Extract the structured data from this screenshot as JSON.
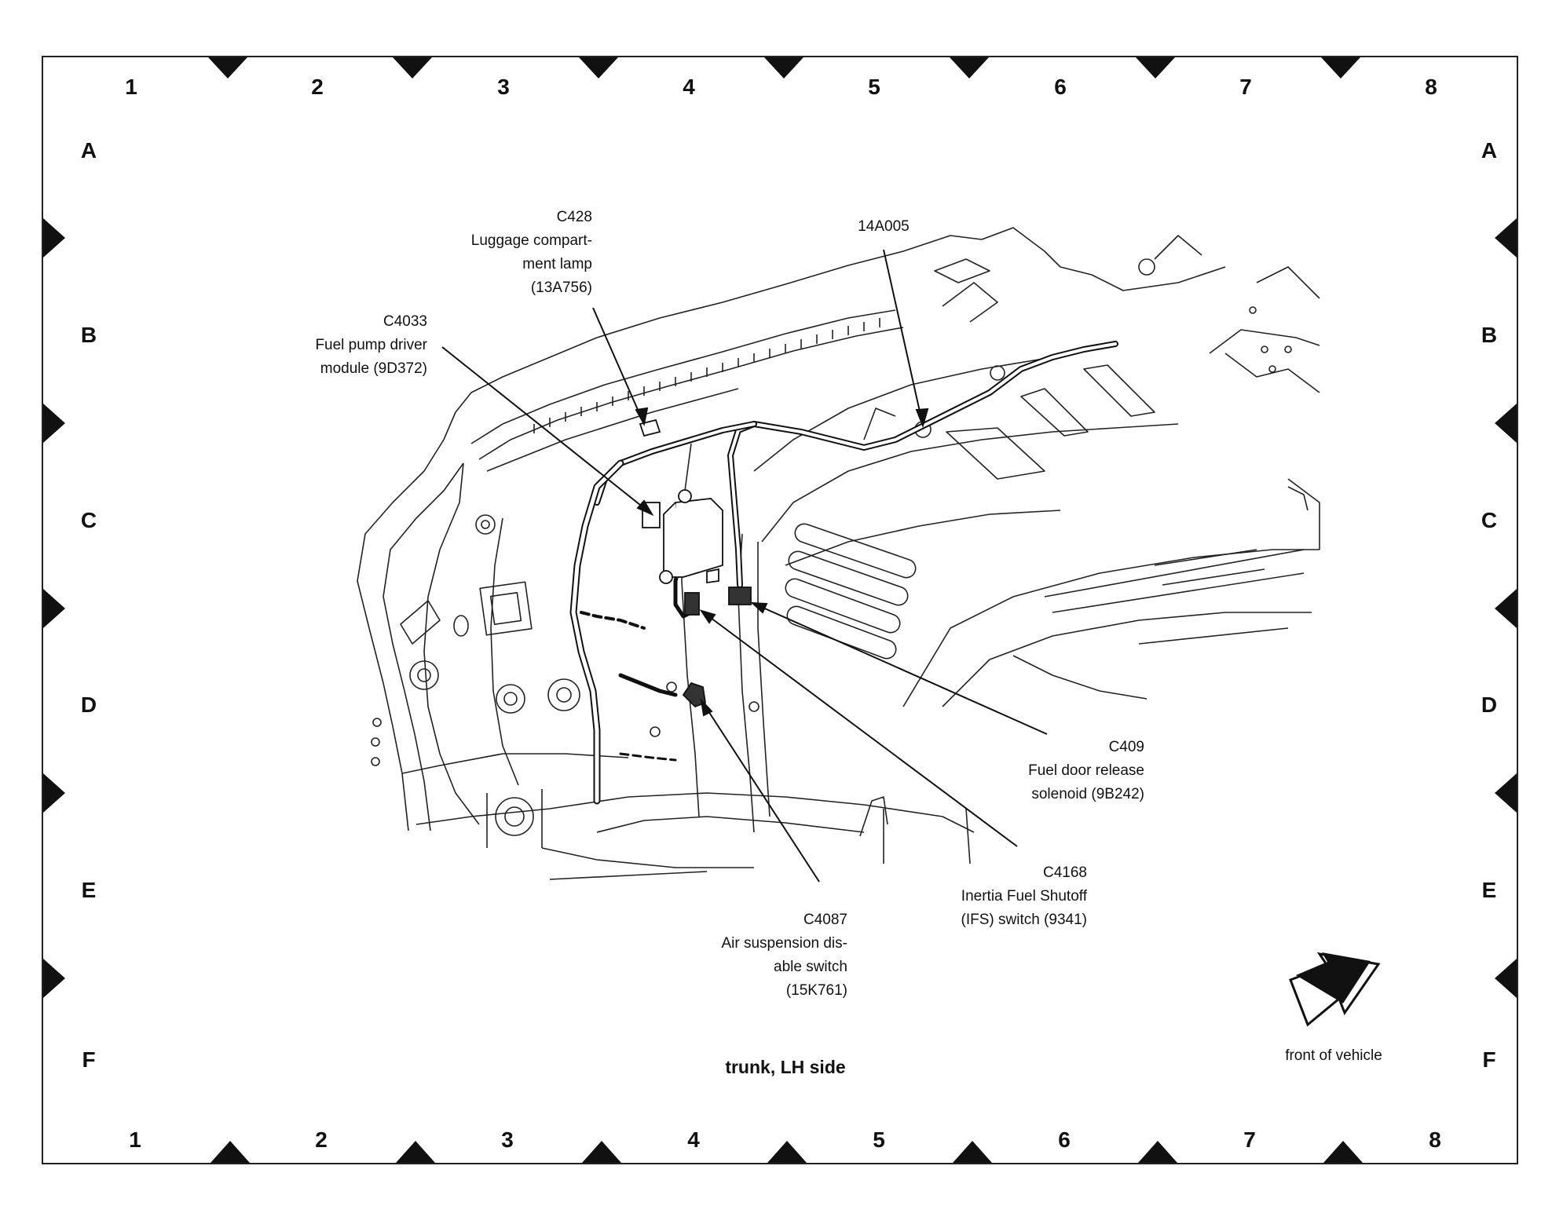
{
  "grid": {
    "columns": [
      "1",
      "2",
      "3",
      "4",
      "5",
      "6",
      "7",
      "8"
    ],
    "rows": [
      "A",
      "B",
      "C",
      "D",
      "E",
      "F"
    ]
  },
  "title": "trunk, LH side",
  "front_label": "front of vehicle",
  "callouts": {
    "c428": [
      "C428",
      "Luggage compart-",
      "ment lamp",
      "(13A756)"
    ],
    "harness": [
      "14A005"
    ],
    "c4033": [
      "C4033",
      "Fuel pump driver",
      "module (9D372)"
    ],
    "c409": [
      "C409",
      "Fuel door release",
      "solenoid (9B242)"
    ],
    "c4168": [
      "C4168",
      "Inertia Fuel Shutoff",
      "(IFS) switch (9341)"
    ],
    "c4087": [
      "C4087",
      "Air suspension dis-",
      "able switch",
      "(15K761)"
    ]
  }
}
